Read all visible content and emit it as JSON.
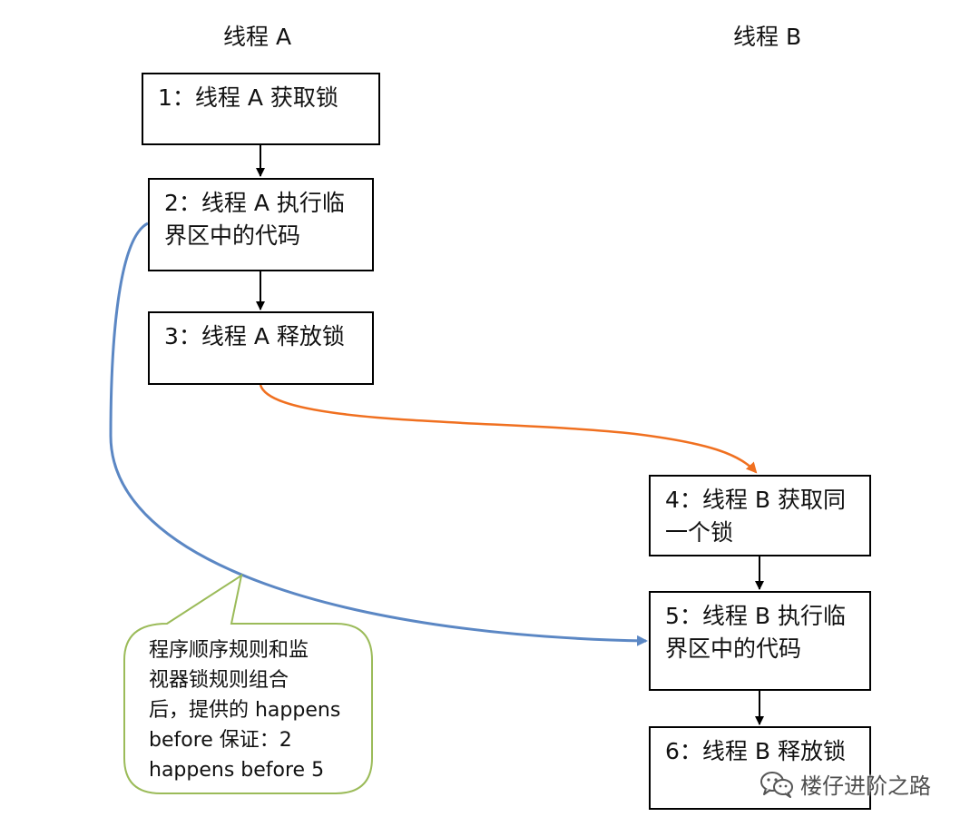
{
  "diagram": {
    "column_a_title": "线程 A",
    "column_b_title": "线程 B",
    "steps": [
      {
        "lines": [
          "1：线程 A 获取锁"
        ]
      },
      {
        "lines": [
          "2：线程 A 执行临",
          "界区中的代码"
        ]
      },
      {
        "lines": [
          "3：线程 A 释放锁"
        ]
      },
      {
        "lines": [
          "4：线程 B 获取同",
          "一个锁"
        ]
      },
      {
        "lines": [
          "5：线程 B 执行临",
          "界区中的代码"
        ]
      },
      {
        "lines": [
          "6：线程 B 释放锁"
        ]
      }
    ],
    "callout": {
      "lines": [
        "程序顺序规则和监",
        "视器锁规则组合",
        "后，提供的 happens",
        "before 保证：2",
        "happens before 5"
      ]
    },
    "colors": {
      "black_arrow": "#000000",
      "orange_edge": "#f07020",
      "blue_edge": "#5b87c4",
      "callout_border": "#9bbb59"
    }
  },
  "watermark": {
    "text": "楼仔进阶之路",
    "icon": "wechat-icon"
  }
}
